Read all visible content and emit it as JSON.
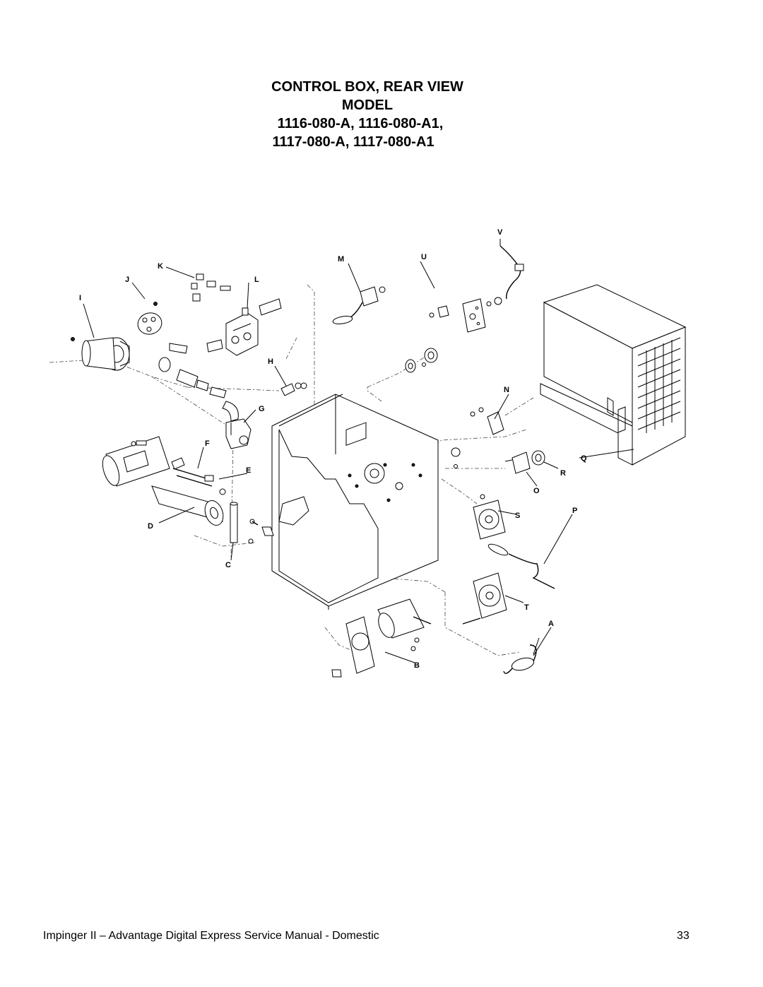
{
  "title": {
    "line1": "CONTROL BOX, REAR VIEW",
    "line2": "MODEL",
    "line3": "1116-080-A, 1116-080-A1,",
    "line4": "1117-080-A, 1117-080-A1"
  },
  "diagram": {
    "labels": {
      "V": "V",
      "U": "U",
      "M": "M",
      "K": "K",
      "J": "J",
      "L": "L",
      "I": "I",
      "H": "H",
      "N": "N",
      "G": "G",
      "F": "F",
      "Q": "Q",
      "E": "E",
      "R": "R",
      "O": "O",
      "S": "S",
      "P": "P",
      "D": "D",
      "C": "C",
      "T": "T",
      "A": "A",
      "B": "B"
    }
  },
  "footer": {
    "text": "Impinger II – Advantage Digital Express Service Manual - Domestic",
    "page_number": "33"
  }
}
